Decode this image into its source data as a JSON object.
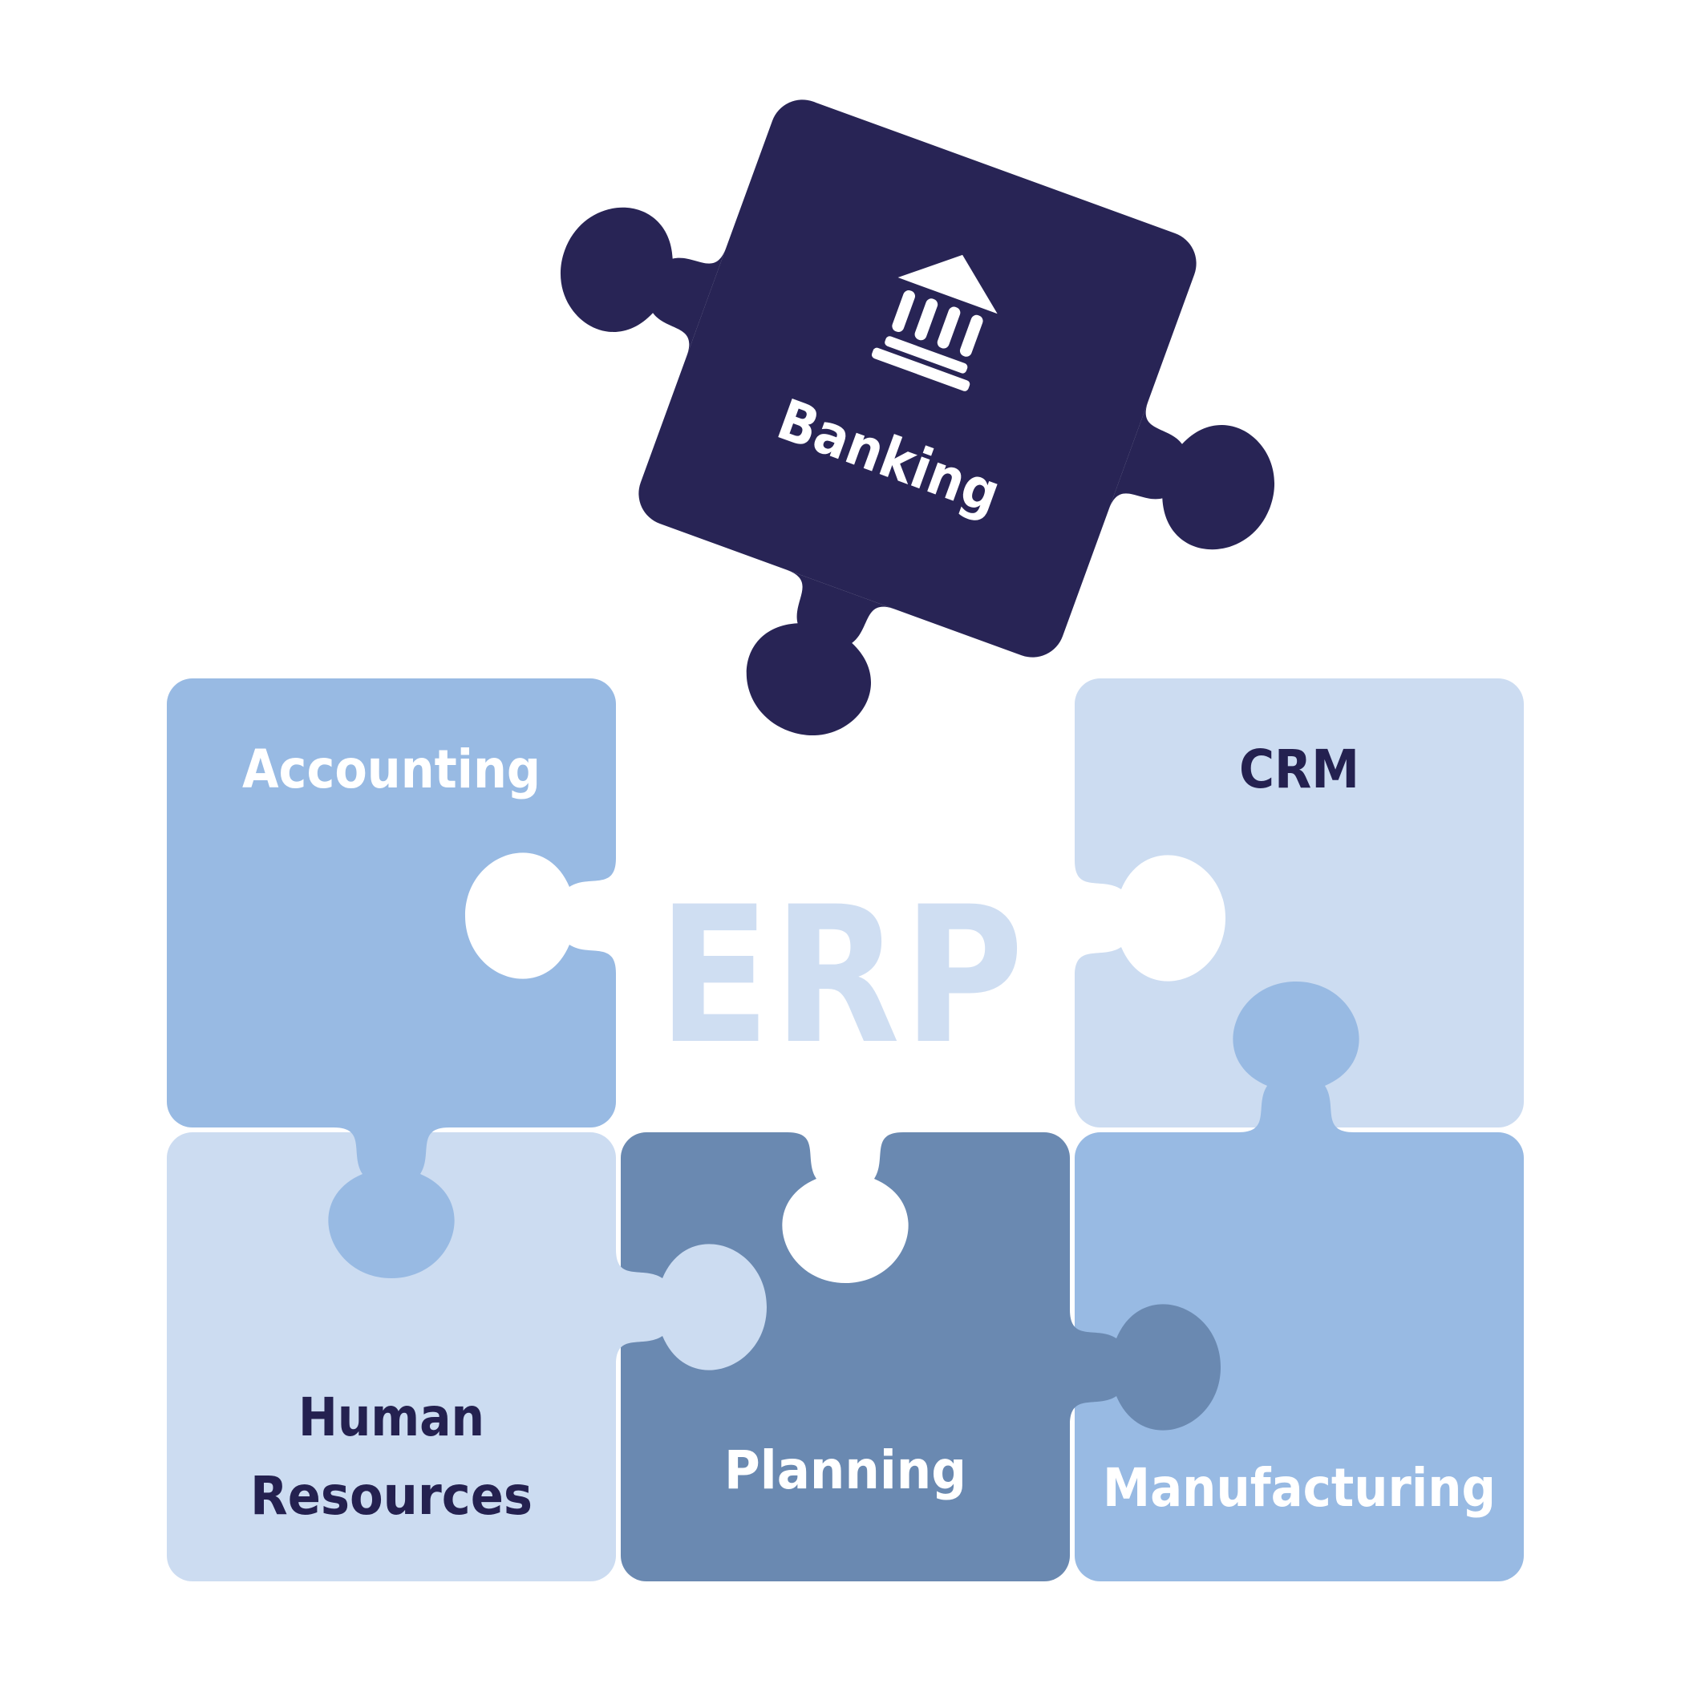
{
  "background": "#ffffff",
  "center_label": {
    "text": "ERP",
    "color": "#cfdef2"
  },
  "floating_piece": {
    "label": "Banking",
    "icon": "bank-building-icon",
    "color": "#282455",
    "text_color": "#ffffff",
    "rotation_deg": "20"
  },
  "grid_pieces": [
    {
      "id": "accounting",
      "label": "Accounting",
      "color": "#98bae3",
      "text_color": "#ffffff"
    },
    {
      "id": "crm",
      "label": "CRM",
      "color": "#ccdcf1",
      "text_color": "#242150"
    },
    {
      "id": "human-resources",
      "label_line1": "Human",
      "label_line2": "Resources",
      "color": "#ccdcf1",
      "text_color": "#242150"
    },
    {
      "id": "planning",
      "label": "Planning",
      "color": "#6a89b1",
      "text_color": "#ffffff"
    },
    {
      "id": "manufacturing",
      "label": "Manufacturing",
      "color": "#98bae3",
      "text_color": "#ffffff"
    }
  ]
}
